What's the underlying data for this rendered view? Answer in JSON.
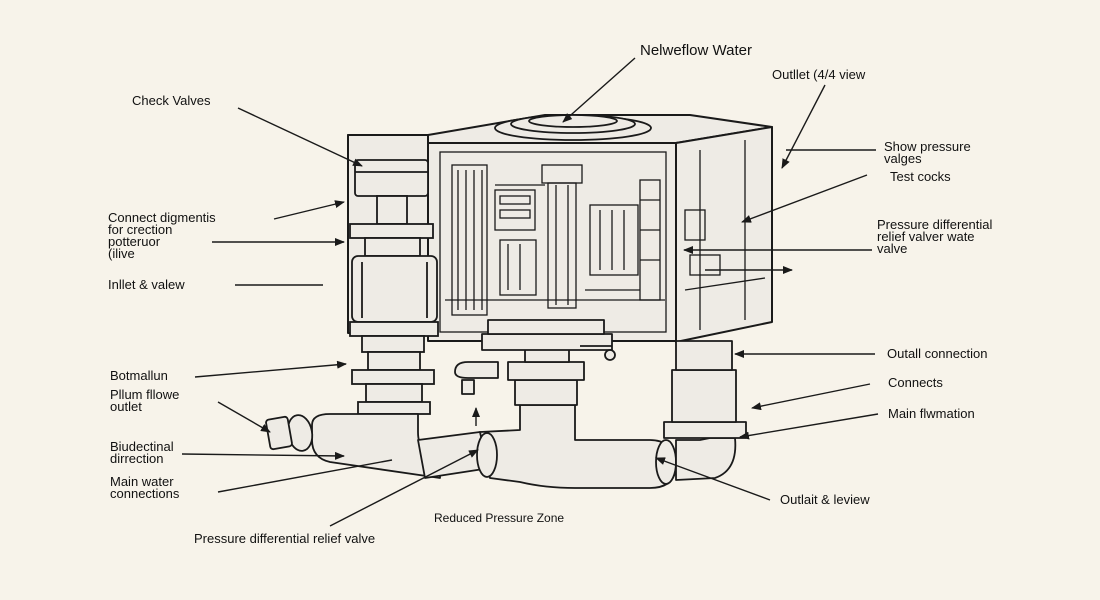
{
  "colors": {
    "background": "#f7f3ea",
    "ink": "#1a1a1a",
    "fill": "#eeebe5"
  },
  "labels": {
    "title": "Nelweflow Water",
    "outlet_view": "Outllet (4/4 view",
    "check_valves": "Check Valves",
    "show_pressure": "Show pressure\nvalges",
    "test_cocks": "Test cocks",
    "connect_diagnostics": "Connect digmentis\nfor crection\npotteruor\n(ilive",
    "pressure_diff_right": "Pressure differential\nrelief valver wate\nvalve",
    "inlet": "Inllet & valew",
    "outall_connection": "Outall connection",
    "botmallun": "Botmallun",
    "connects": "Connects",
    "plum_flowe": "Pllum fllowe\noutlet",
    "main_flumation": "Main flwmation",
    "bidirectional": "Biudectinal\ndirrection",
    "main_water": "Main water\nconnections",
    "outlet_review": "Outlait & leview",
    "reduced_pressure_zone": "Reduced Pressure Zone",
    "pressure_diff_bottom": "Pressure differential relief valve"
  },
  "icons": [
    "inlet-handle-icon",
    "upward-arrow-icon"
  ]
}
